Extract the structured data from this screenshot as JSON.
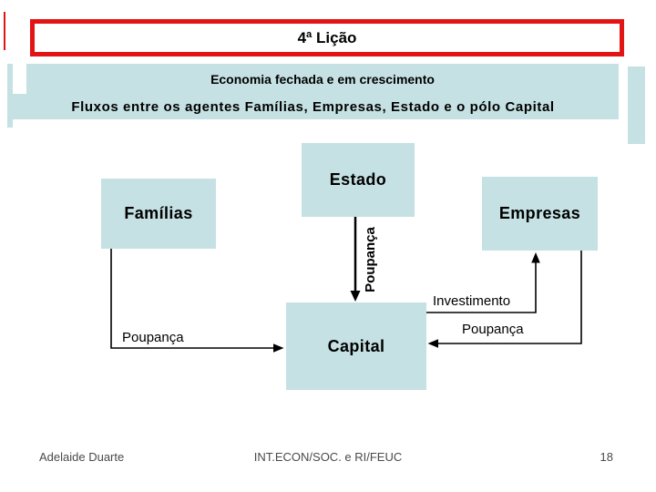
{
  "slide": {
    "title": "4ª Lição",
    "banners": {
      "line1": "Economia fechada e em crescimento",
      "line2": "Fluxos entre os agentes Famílias, Empresas, Estado e o pólo Capital"
    }
  },
  "diagram": {
    "nodes": {
      "estado": "Estado",
      "familias": "Famílias",
      "empresas": "Empresas",
      "capital": "Capital"
    },
    "flows": {
      "estado_to_capital": "Poupança",
      "familias_to_capital": "Poupança",
      "capital_to_empresas": "Investimento",
      "empresas_to_capital": "Poupança"
    }
  },
  "footer": {
    "author": "Adelaide Duarte",
    "course": "INT.ECON/SOC. e RI/FEUC",
    "slide_number": "18"
  },
  "colors": {
    "accent_fill": "#c5e1e3",
    "title_border_red": "#e21414",
    "text_black": "#000000",
    "footer_gray": "#4a4a4a"
  }
}
